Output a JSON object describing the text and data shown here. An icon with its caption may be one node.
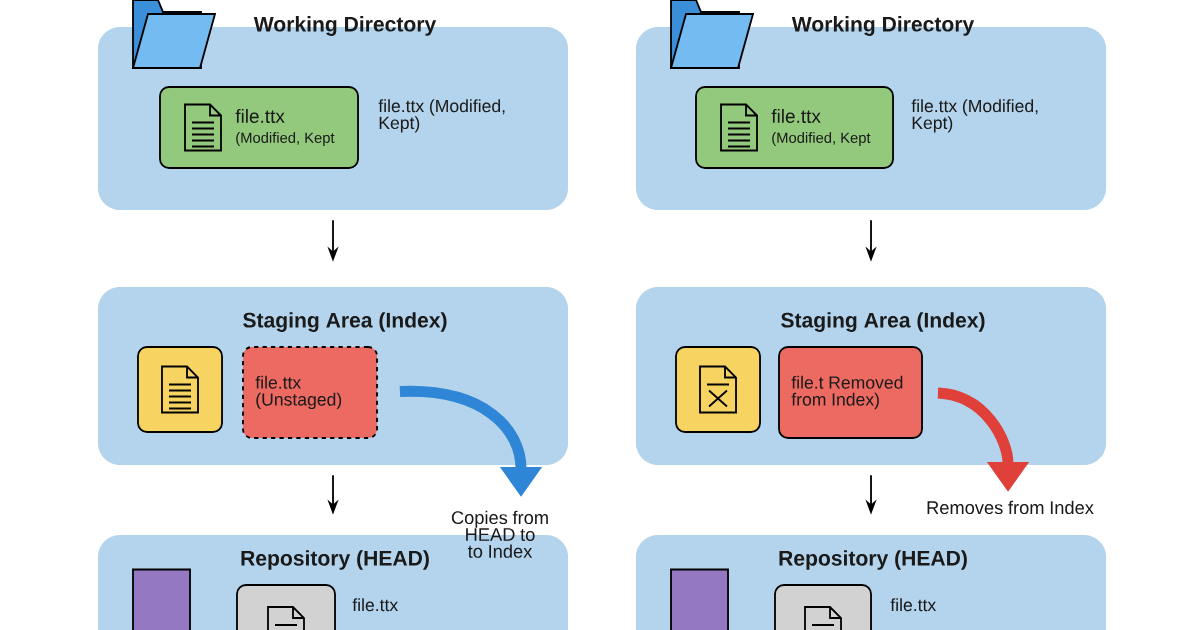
{
  "diagram": {
    "nodes": [
      {
        "text": [
          "Working Directory"
        ]
      },
      {
        "text": [
          "file.ttx",
          "(Modified, Kept"
        ],
        "in": 0,
        "beside": [
          "file.ttx (Modified, Kept)"
        ]
      },
      {
        "text": [
          "Staging Area (Index)"
        ]
      },
      {
        "text": [],
        "shape": "box",
        "in": 2
      },
      {
        "text": [
          "file.ttx (Unstaged)"
        ],
        "in": 2
      },
      {
        "text": [
          "Repository (HEAD)"
        ]
      },
      {
        "text": [],
        "shape": "cylinder",
        "in": 5
      },
      {
        "text": [],
        "shape": "box",
        "in": 5,
        "beside": [
          "file.ttx"
        ]
      },
      {
        "text": [
          "Working Directory"
        ]
      },
      {
        "text": [
          "file.ttx",
          "(Modified, Kept"
        ],
        "in": 8,
        "beside": [
          "file.ttx (Modified, Kept)"
        ]
      },
      {
        "text": [
          "Staging Area (Index)"
        ]
      },
      {
        "text": [],
        "shape": "box",
        "in": 10
      },
      {
        "text": [
          "file.t Removed from Index)"
        ],
        "in": 10
      },
      {
        "text": [
          "Repository (HEAD)"
        ]
      },
      {
        "text": [],
        "shape": "cylinder",
        "in": 13
      },
      {
        "text": [],
        "shape": "box",
        "in": 13,
        "beside": [
          "file.ttx"
        ]
      }
    ],
    "edges": [
      {
        "from": 0,
        "to": 2,
        "arrow": "to"
      },
      {
        "from": 2,
        "to": 5,
        "arrow": "to"
      },
      {
        "from": 4,
        "to": null,
        "arrow": "to",
        "label": "Copies from HEAD to to Index",
        "style": "thick",
        "color": "#2f86d6"
      },
      {
        "from": 8,
        "to": 10,
        "arrow": "to"
      },
      {
        "from": 10,
        "to": 13,
        "arrow": "to"
      },
      {
        "from": 12,
        "to": null,
        "arrow": "to",
        "label": "Removes from Index",
        "style": "thick",
        "color": "#e0403a"
      }
    ]
  }
}
